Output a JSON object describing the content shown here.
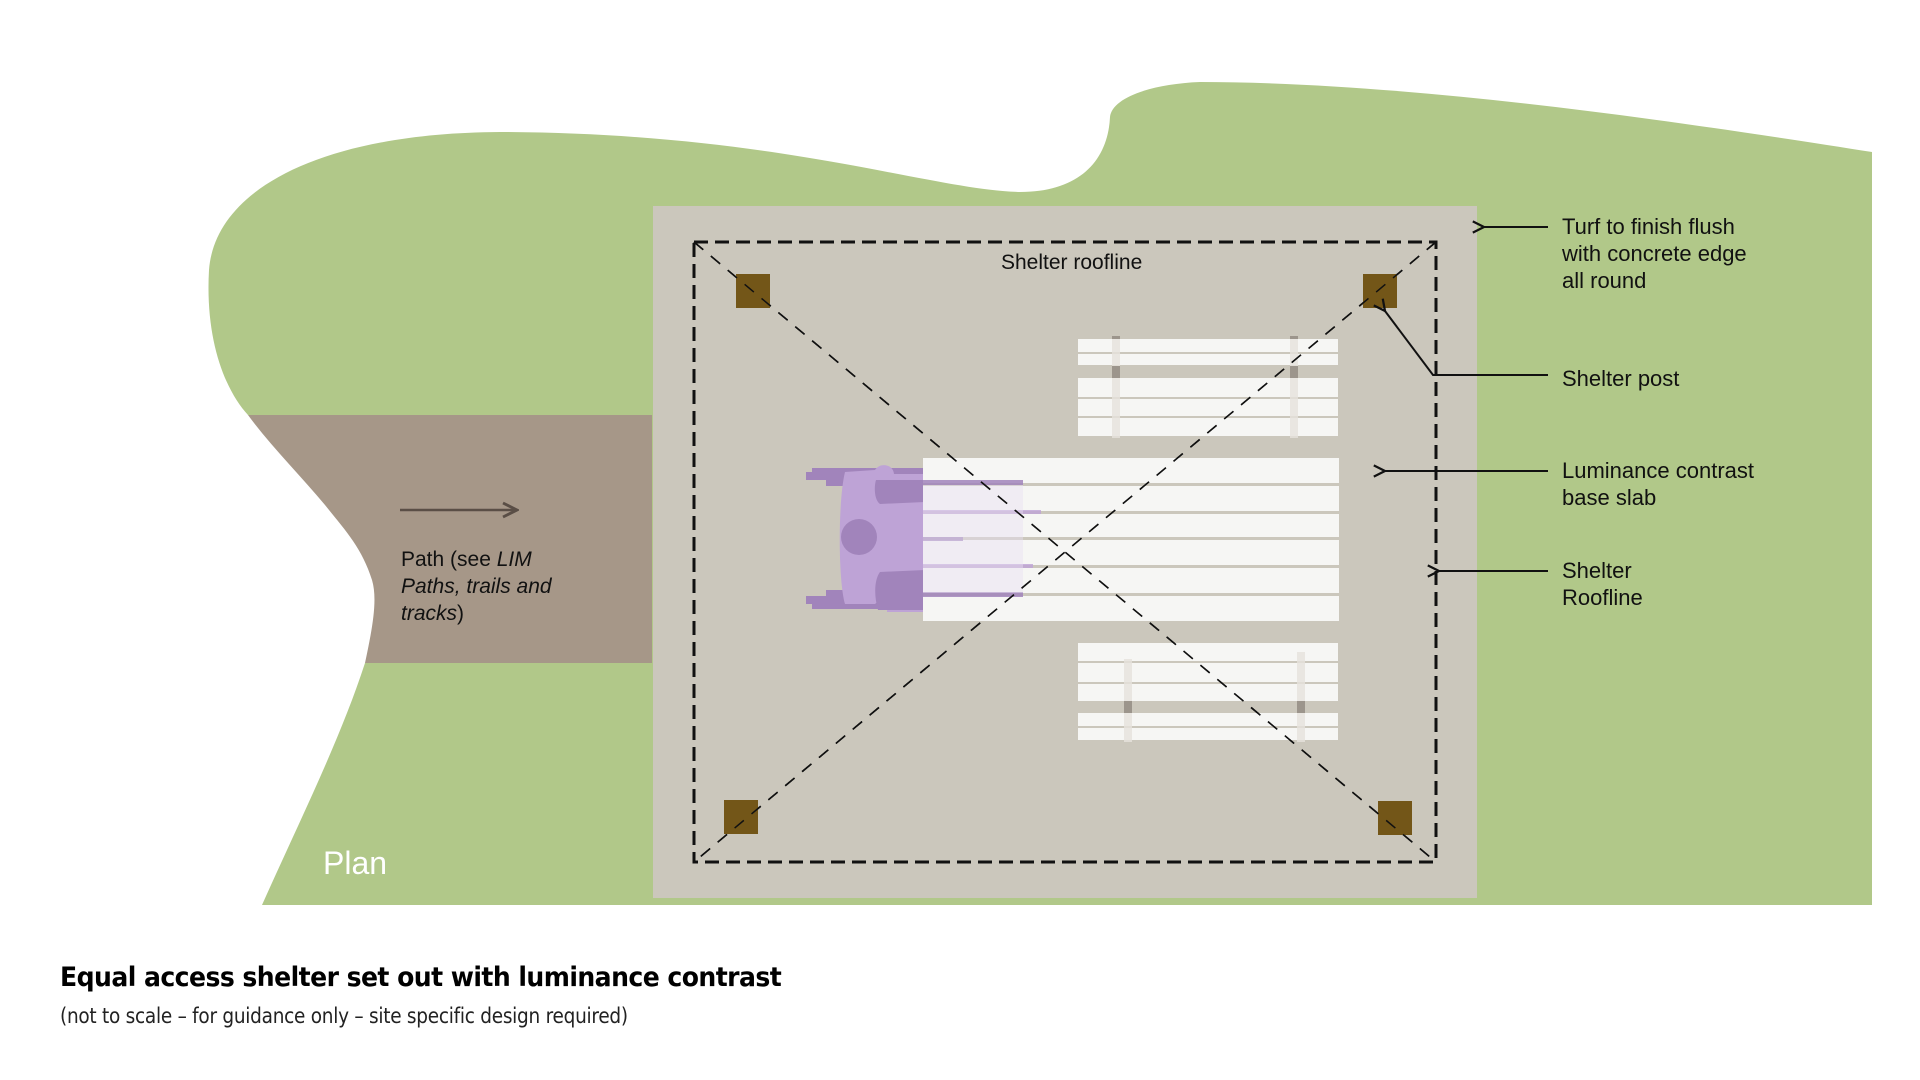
{
  "diagram": {
    "view_label": "Plan",
    "roofline_label": "Shelter roofline",
    "path_label": {
      "lead": "Path (see ",
      "ref_line1": "LIM",
      "ref_line2": "Paths, trails and",
      "ref_line3": "tracks",
      "tail": ")"
    },
    "callouts": [
      {
        "id": "turf",
        "lines": [
          "Turf to finish flush",
          "with concrete edge",
          "all round"
        ]
      },
      {
        "id": "post",
        "lines": [
          "Shelter post"
        ]
      },
      {
        "id": "slab",
        "lines": [
          "Luminance contrast",
          "base slab"
        ]
      },
      {
        "id": "roofline",
        "lines": [
          "Shelter",
          "Roofline"
        ]
      }
    ],
    "elements": {
      "posts": 4,
      "benches": 2,
      "table": 1,
      "wheelchair_space": 1
    },
    "colors": {
      "turf": "#b1c889",
      "path": "#a69788",
      "slab": "#cbc7bc",
      "post": "#735618",
      "furniture": "#f6f6f4",
      "wheelchair_light": "#bea3d6",
      "wheelchair_dark": "#a184bb",
      "path_arrow": "#5a4e46"
    }
  },
  "caption": {
    "title": "Equal access shelter set out with luminance contrast",
    "subtitle": "(not to scale – for guidance only – site specific design required)"
  }
}
